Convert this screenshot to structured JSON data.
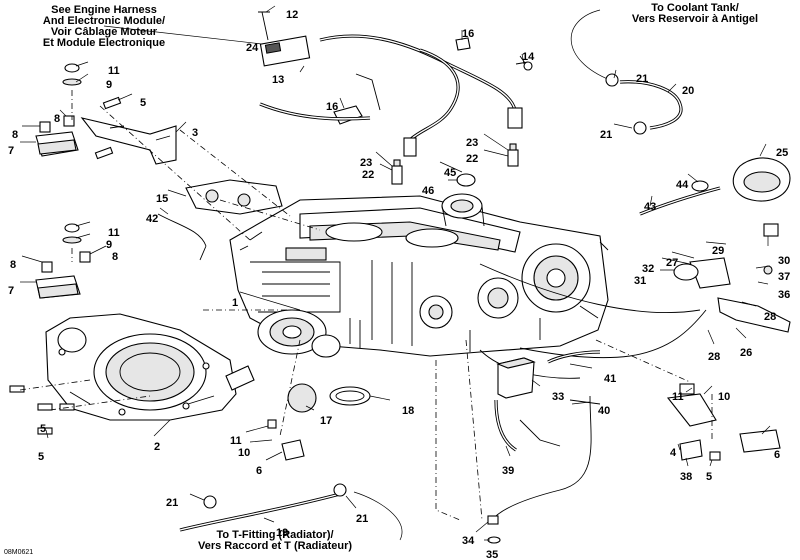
{
  "notes": {
    "harness": [
      "See Engine Harness",
      "And Electronic Module/",
      "Voir Câblage Moteur",
      "Et Module Electronique"
    ],
    "coolant_tank": [
      "To Coolant Tank/",
      "Vers Reservoir à Antigel"
    ],
    "t_fitting": [
      "To T-Fitting (Radiator)/",
      "Vers Raccord et T (Radiateur)"
    ]
  },
  "figure_code": "08M0621",
  "callouts": [
    {
      "id": "c12",
      "label": "12"
    },
    {
      "id": "c24",
      "label": "24"
    },
    {
      "id": "c13",
      "label": "13"
    },
    {
      "id": "c16a",
      "label": "16"
    },
    {
      "id": "c14",
      "label": "14"
    },
    {
      "id": "c16b",
      "label": "16"
    },
    {
      "id": "c11a",
      "label": "11"
    },
    {
      "id": "c9a",
      "label": "9"
    },
    {
      "id": "c5a",
      "label": "5"
    },
    {
      "id": "c8a",
      "label": "8"
    },
    {
      "id": "c8b",
      "label": "8"
    },
    {
      "id": "c7a",
      "label": "7"
    },
    {
      "id": "c3",
      "label": "3"
    },
    {
      "id": "c23a",
      "label": "23"
    },
    {
      "id": "c22a",
      "label": "22"
    },
    {
      "id": "c23b",
      "label": "23"
    },
    {
      "id": "c22b",
      "label": "22"
    },
    {
      "id": "c45",
      "label": "45"
    },
    {
      "id": "c46",
      "label": "46"
    },
    {
      "id": "c21a",
      "label": "21"
    },
    {
      "id": "c20",
      "label": "20"
    },
    {
      "id": "c21b",
      "label": "21"
    },
    {
      "id": "c25",
      "label": "25"
    },
    {
      "id": "c44",
      "label": "44"
    },
    {
      "id": "c43",
      "label": "43"
    },
    {
      "id": "c15",
      "label": "15"
    },
    {
      "id": "c42",
      "label": "42"
    },
    {
      "id": "c11b",
      "label": "11"
    },
    {
      "id": "c9b",
      "label": "9"
    },
    {
      "id": "c8c",
      "label": "8"
    },
    {
      "id": "c8d",
      "label": "8"
    },
    {
      "id": "c7b",
      "label": "7"
    },
    {
      "id": "c1",
      "label": "1"
    },
    {
      "id": "c29",
      "label": "29"
    },
    {
      "id": "c30",
      "label": "30"
    },
    {
      "id": "c32",
      "label": "32"
    },
    {
      "id": "c27",
      "label": "27"
    },
    {
      "id": "c37",
      "label": "37"
    },
    {
      "id": "c31",
      "label": "31"
    },
    {
      "id": "c36",
      "label": "36"
    },
    {
      "id": "c28a",
      "label": "28"
    },
    {
      "id": "c26",
      "label": "26"
    },
    {
      "id": "c28b",
      "label": "28"
    },
    {
      "id": "c41",
      "label": "41"
    },
    {
      "id": "c33",
      "label": "33"
    },
    {
      "id": "c11c",
      "label": "11"
    },
    {
      "id": "c10a",
      "label": "10"
    },
    {
      "id": "c40",
      "label": "40"
    },
    {
      "id": "c5b",
      "label": "5"
    },
    {
      "id": "c17",
      "label": "17"
    },
    {
      "id": "c18",
      "label": "18"
    },
    {
      "id": "c5c",
      "label": "5"
    },
    {
      "id": "c2",
      "label": "2"
    },
    {
      "id": "c11d",
      "label": "11"
    },
    {
      "id": "c10b",
      "label": "10"
    },
    {
      "id": "c6a",
      "label": "6"
    },
    {
      "id": "c39",
      "label": "39"
    },
    {
      "id": "c4",
      "label": "4"
    },
    {
      "id": "c6b",
      "label": "6"
    },
    {
      "id": "c38",
      "label": "38"
    },
    {
      "id": "c5d",
      "label": "5"
    },
    {
      "id": "c21c",
      "label": "21"
    },
    {
      "id": "c21d",
      "label": "21"
    },
    {
      "id": "c19",
      "label": "19"
    },
    {
      "id": "c34",
      "label": "34"
    },
    {
      "id": "c35",
      "label": "35"
    }
  ]
}
